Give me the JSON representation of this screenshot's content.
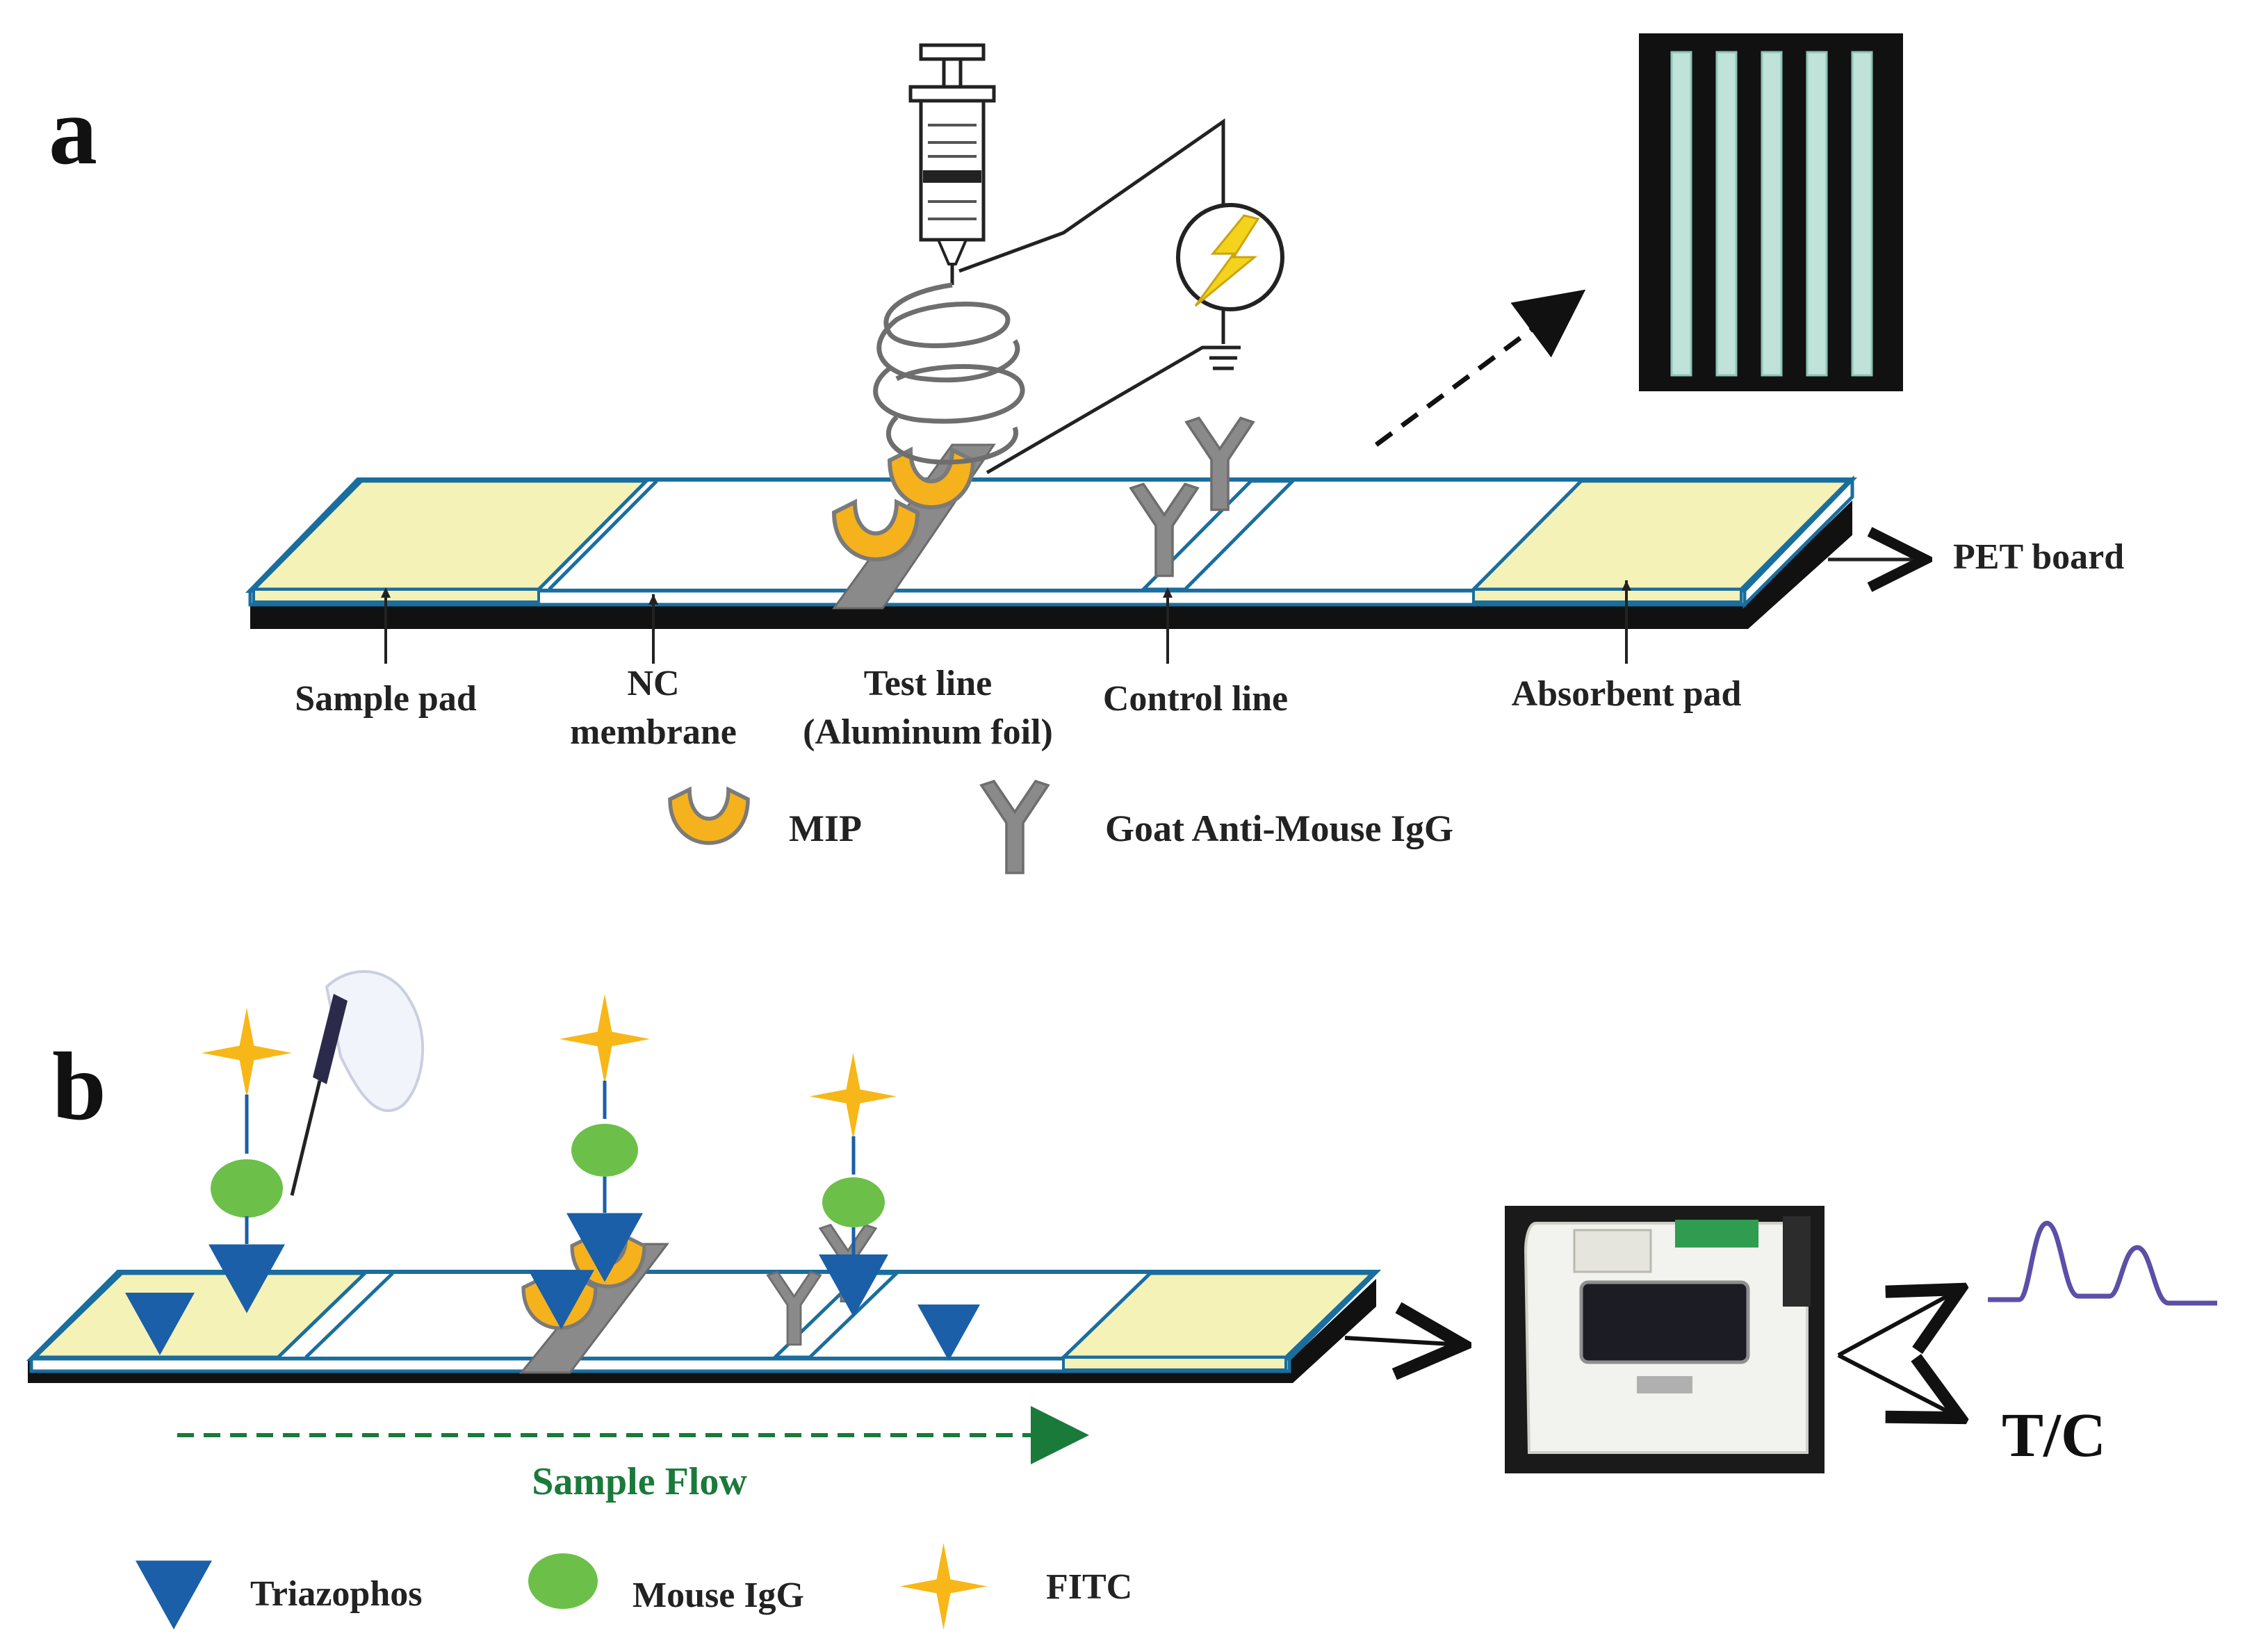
{
  "panel_a": {
    "letter": "a",
    "labels": {
      "sample_pad": "Sample pad",
      "nc_membrane_1": "NC",
      "nc_membrane_2": "membrane",
      "test_line_1": "Test line",
      "test_line_2": "(Aluminum foil)",
      "control_line": "Control line",
      "absorbent_pad": "Absorbent pad",
      "pet_board": "PET board"
    },
    "legend": {
      "mip": "MIP",
      "goat_igg": "Goat Anti-Mouse IgG"
    }
  },
  "panel_b": {
    "letter": "b",
    "flow_label": "Sample Flow",
    "output_ratio": "T/C",
    "legend": {
      "triazophos": "Triazophos",
      "mouse_igg": "Mouse IgG",
      "fitc": "FITC"
    }
  },
  "colors": {
    "pad_fill": "#f5f2b8",
    "strip_outline": "#1a6e9e",
    "backing": "#111111",
    "mip_orange": "#f5b21c",
    "antibody_gray": "#8a8a8a",
    "triazophos_blue": "#1a5fa8",
    "mouse_igg_green": "#6cc04a",
    "fitc_yellow": "#f7b718",
    "flow_green": "#1a7a3a",
    "signal_purple": "#5b4fa8"
  }
}
